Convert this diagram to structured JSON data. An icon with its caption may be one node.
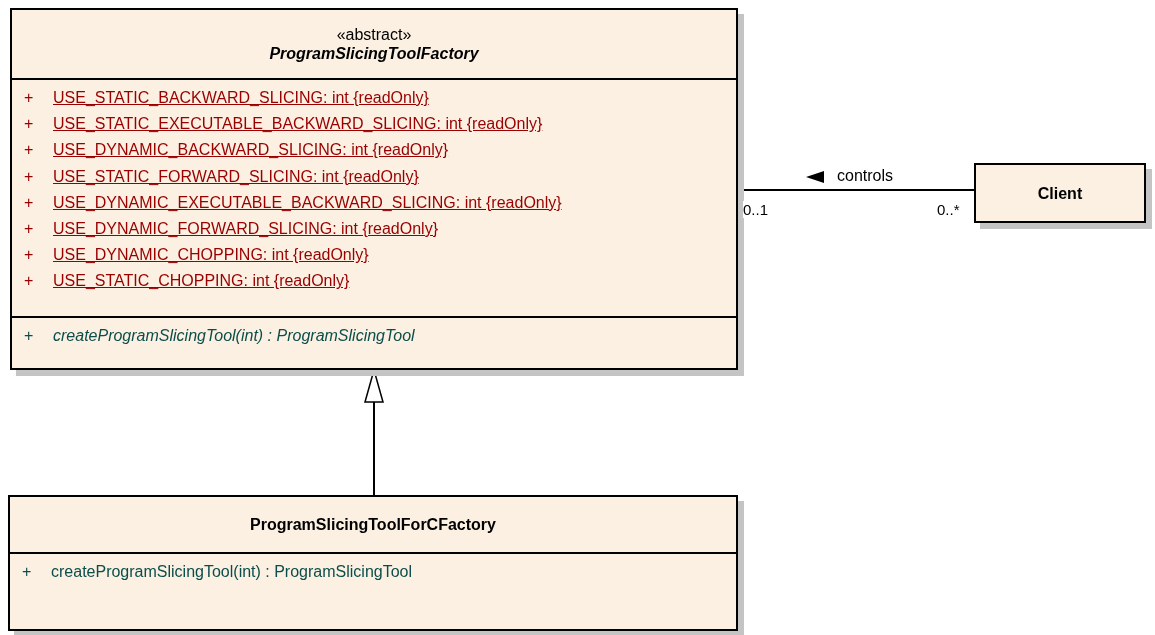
{
  "diagram": {
    "nodes": [
      {
        "text": [
          "«abstract»",
          "ProgramSlicingToolFactory",
          "+",
          "USE_STATIC_BACKWARD_SLICING:  int {readOnly}",
          "+",
          "USE_STATIC_EXECUTABLE_BACKWARD_SLICING:  int {readOnly}",
          "+",
          "USE_DYNAMIC_BACKWARD_SLICING:  int {readOnly}",
          "+",
          "USE_STATIC_FORWARD_SLICING:  int {readOnly}",
          "+",
          "USE_DYNAMIC_EXECUTABLE_BACKWARD_SLICING:  int {readOnly}",
          "+",
          "USE_DYNAMIC_FORWARD_SLICING:  int {readOnly}",
          "+",
          "USE_DYNAMIC_CHOPPING:  int {readOnly}",
          "+",
          "USE_STATIC_CHOPPING:  int {readOnly}",
          "+",
          "createProgramSlicingTool(int) : ProgramSlicingTool"
        ]
      },
      {
        "text": [
          "Client"
        ]
      },
      {
        "text": [
          "ProgramSlicingToolForCFactory",
          "+",
          "createProgramSlicingTool(int) : ProgramSlicingTool"
        ]
      }
    ],
    "edges": [
      {
        "from": 2,
        "to": 0,
        "arrow": "to"
      },
      {
        "from": 1,
        "to": 0,
        "arrow": "none",
        "label": "controls"
      }
    ],
    "labels": [
      "0..1",
      "0..*"
    ]
  }
}
